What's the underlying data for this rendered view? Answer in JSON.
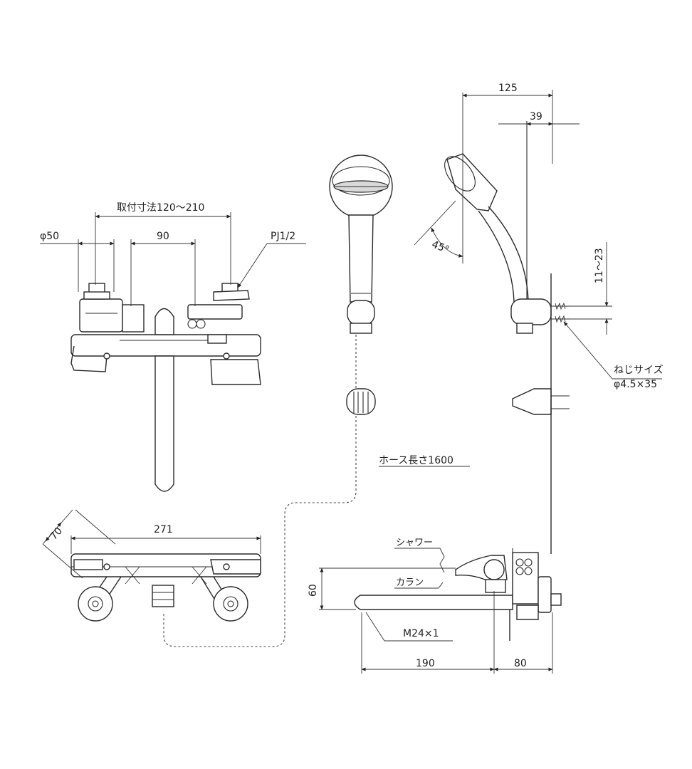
{
  "labels": {
    "mount_pitch": "取付寸法120〜210",
    "phi50": "φ50",
    "d90": "90",
    "pj12": "PJ1/2",
    "d271": "271",
    "d70": "70",
    "d125": "125",
    "d39": "39",
    "angle45": "45°",
    "d11_23": "11〜23",
    "screw_title": "ねじサイズ",
    "screw_size": "φ4.5×35",
    "hose_length": "ホース長さ1600",
    "shower": "シャワー",
    "karan": "カラン",
    "d60": "60",
    "m24": "M24×1",
    "d190": "190",
    "d80": "80"
  }
}
